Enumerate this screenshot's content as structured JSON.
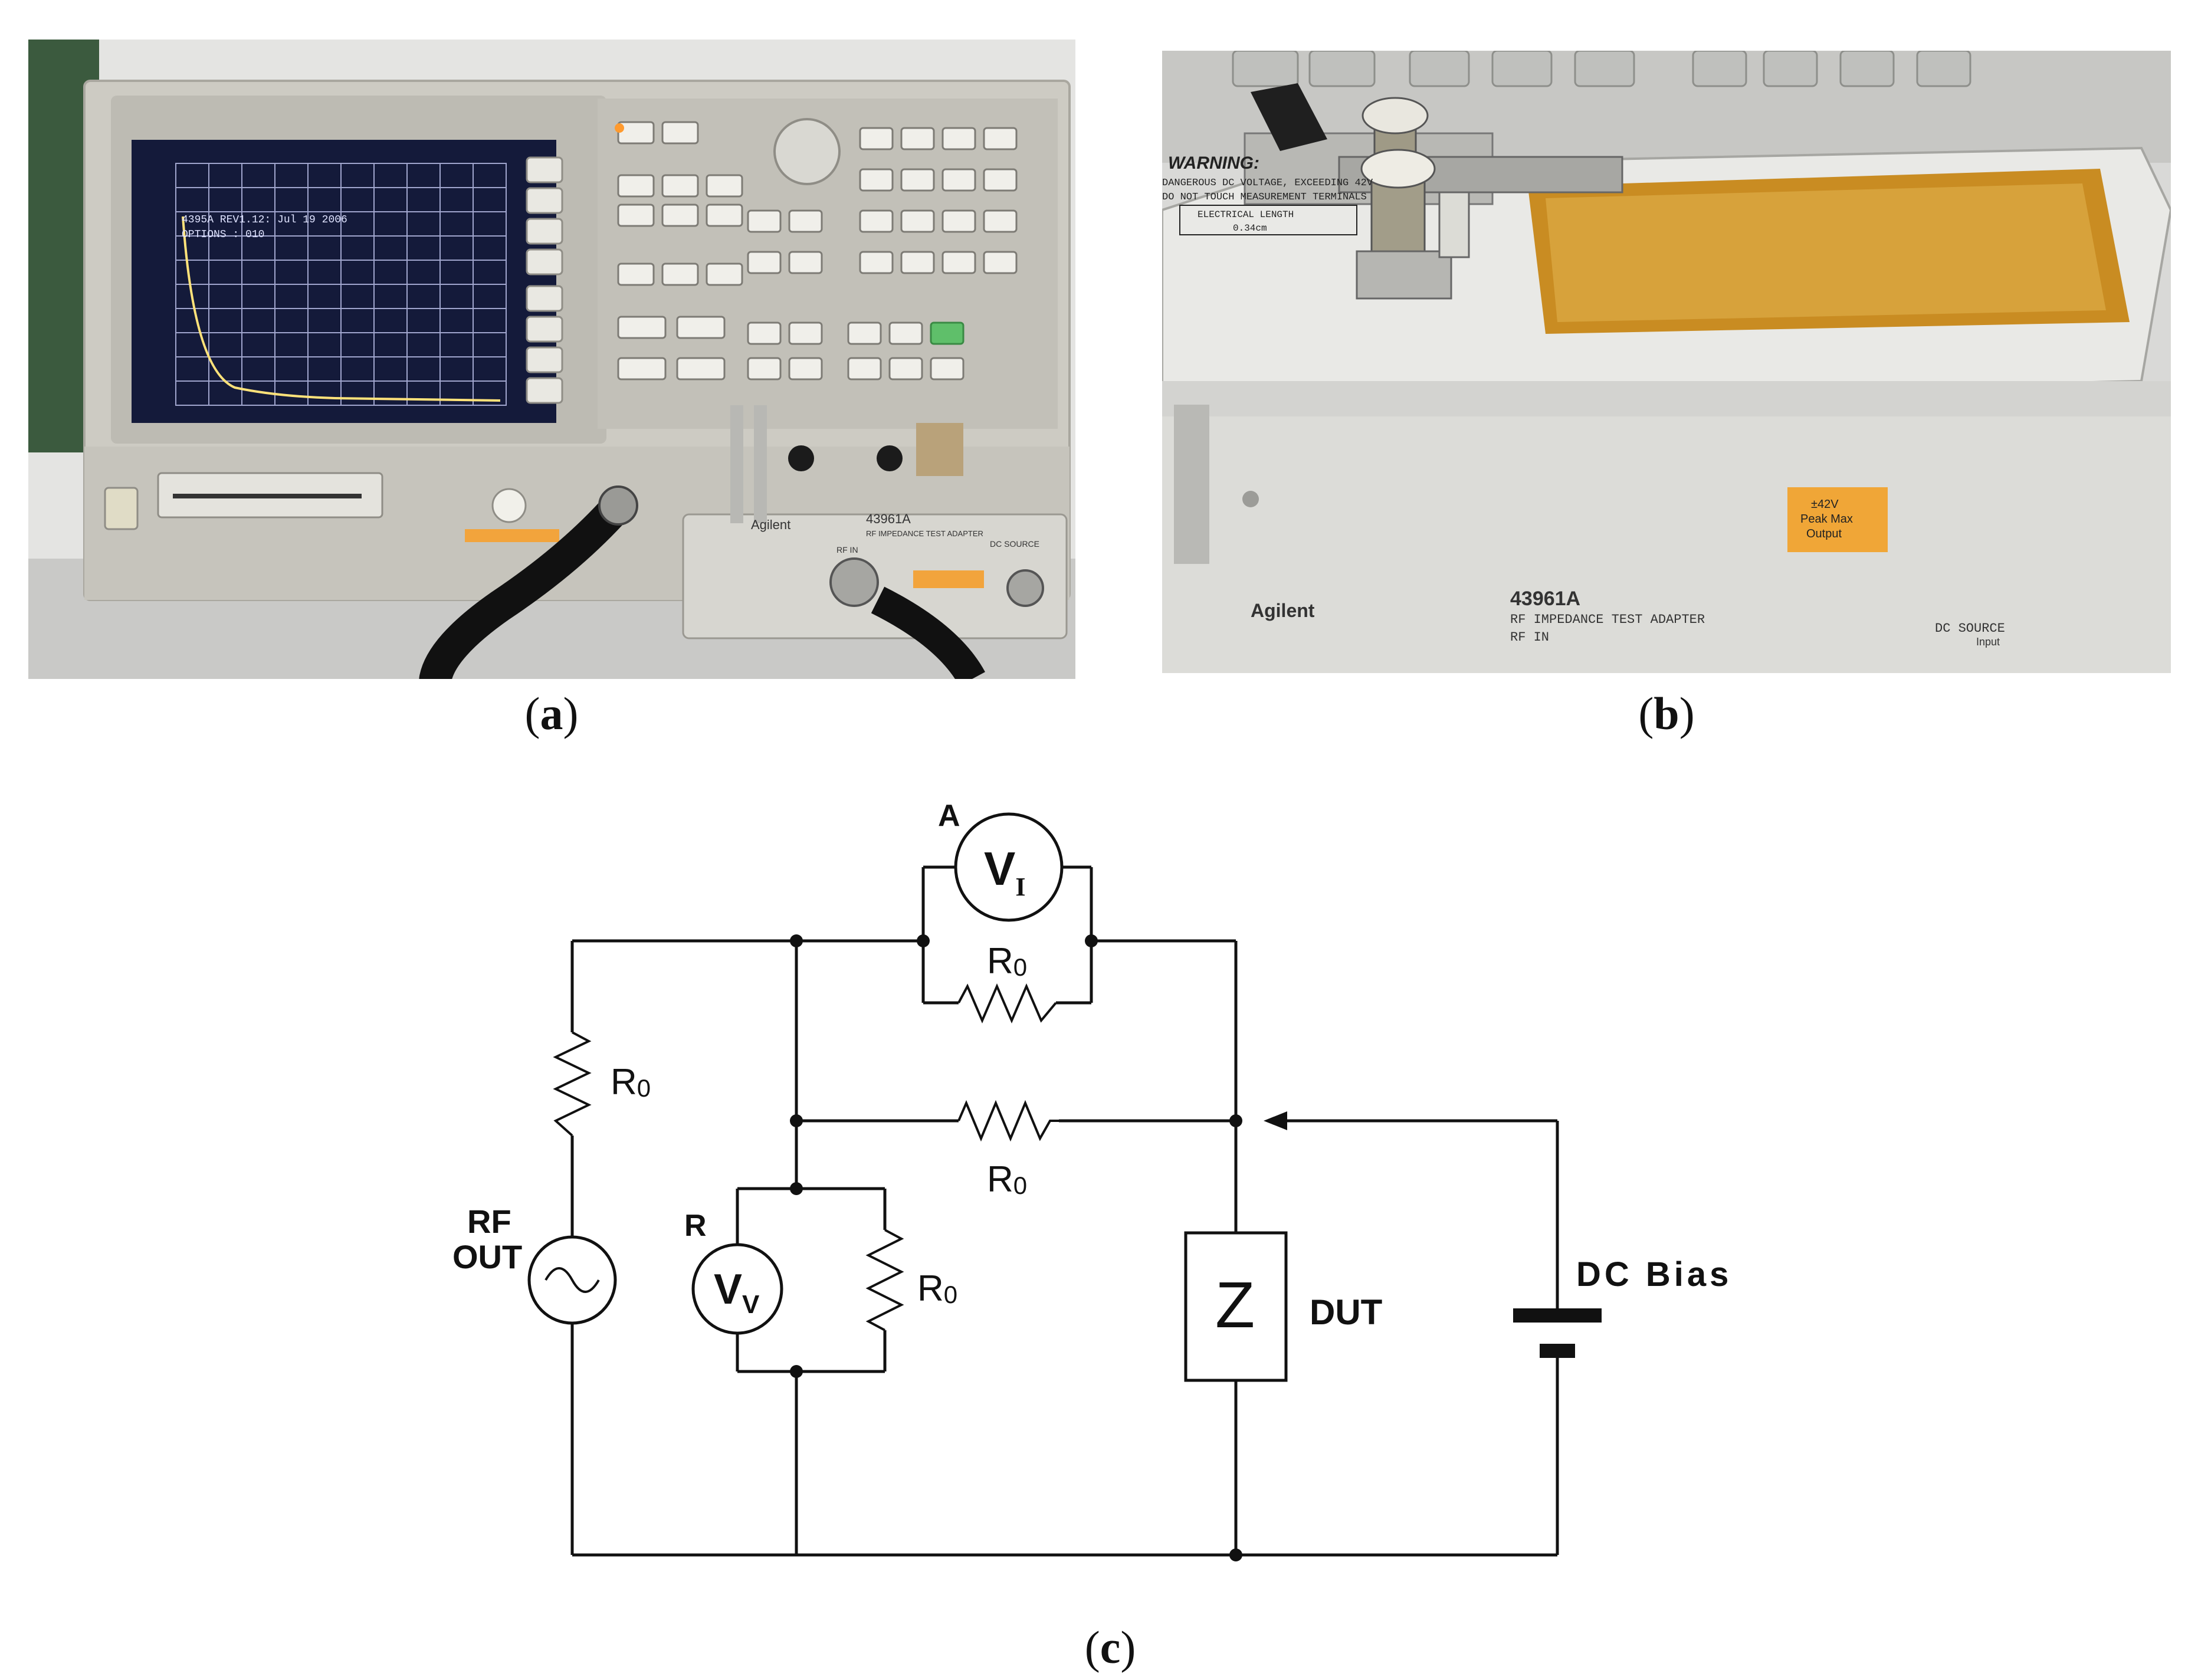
{
  "panel_a": {
    "caption_letter": "a",
    "instrument_brand": "Agilent",
    "adapter_model": "43961A",
    "adapter_name": "RF IMPEDANCE TEST ADAPTER",
    "rf_in_label": "RF IN",
    "dc_source_label": "DC SOURCE",
    "screen_line_1": "4395A REV1.12: Jul 19 2006",
    "screen_line_2": "OPTIONS : 010"
  },
  "panel_b": {
    "caption_letter": "b",
    "warning_title": "WARNING:",
    "warning_text_1": "DANGEROUS DC VOLTAGE, EXCEEDING 42V",
    "warning_text_2": "DO NOT TOUCH MEASUREMENT TERMINALS",
    "electrical_length_label": "ELECTRICAL LENGTH",
    "electrical_length_value": "0.34cm",
    "brand": "Agilent",
    "model": "43961A",
    "adapter_name": "RF IMPEDANCE TEST ADAPTER",
    "rf_in_label": "RF IN",
    "dc_source_label": "DC SOURCE",
    "input_label": "Input",
    "sticker_1": "±42V",
    "sticker_2": "Peak Max",
    "sticker_3": "Output"
  },
  "panel_c": {
    "caption_letter": "c",
    "resistor_label_main": "R",
    "resistor_label_sub": "0",
    "meter_a_label": "A",
    "meter_a_symbol": "V",
    "meter_a_subscript": "I",
    "meter_r_label": "R",
    "meter_r_symbol": "V",
    "meter_r_subscript": "V",
    "rf_out_line1": "RF",
    "rf_out_line2": "OUT",
    "dut_symbol": "Z",
    "dut_label": "DUT",
    "dc_bias_label": "DC Bias"
  }
}
